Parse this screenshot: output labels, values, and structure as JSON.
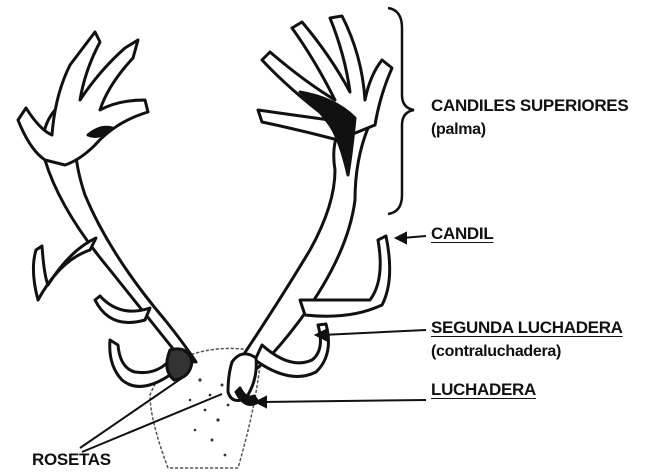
{
  "labels": {
    "candiles_superiores": "CANDILES SUPERIORES",
    "candiles_superiores_sub": "(palma)",
    "candil": "CANDIL",
    "segunda_luchadera": "SEGUNDA LUCHADERA",
    "segunda_luchadera_sub": "(contraluchadera)",
    "luchadera": "LUCHADERA",
    "rosetas": "ROSETAS"
  },
  "colors": {
    "ink": "#111111",
    "paper": "#ffffff"
  }
}
